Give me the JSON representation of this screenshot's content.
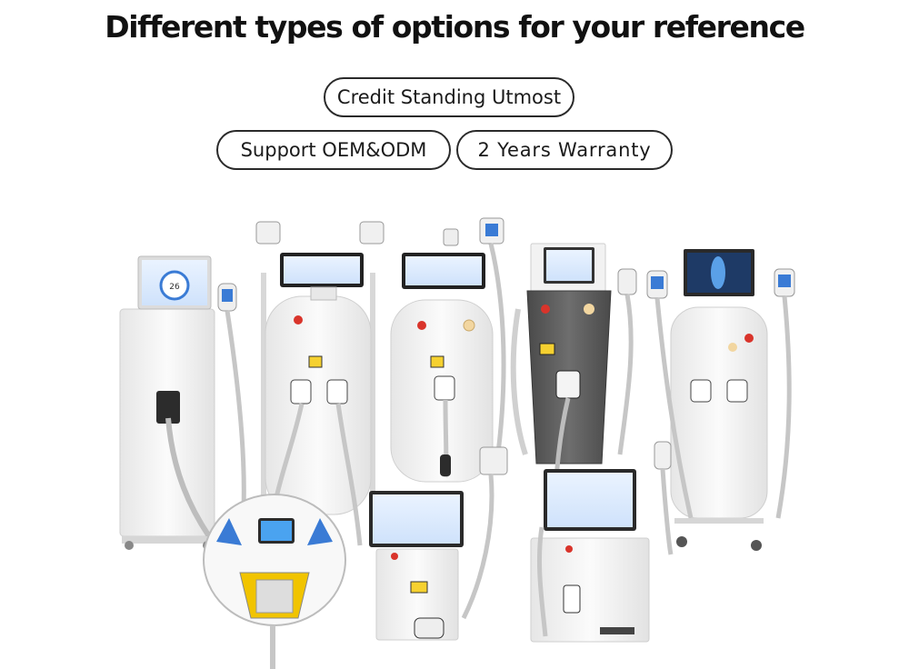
{
  "headline": "Different types of options for your reference",
  "badges": {
    "credit": "Credit Standing Utmost",
    "oem": "Support OEM&ODM",
    "warranty": "2 Years Warranty"
  },
  "screen": {
    "dial_value": "26"
  },
  "colors": {
    "text": "#111111",
    "badge_border": "#2a2a2a",
    "machine_body": "#f4f4f4",
    "machine_outline": "#c8c8c8",
    "screen_blue": "#3a7bd5",
    "accent_red": "#d9342b",
    "dark_panel": "#5a5a5a"
  }
}
